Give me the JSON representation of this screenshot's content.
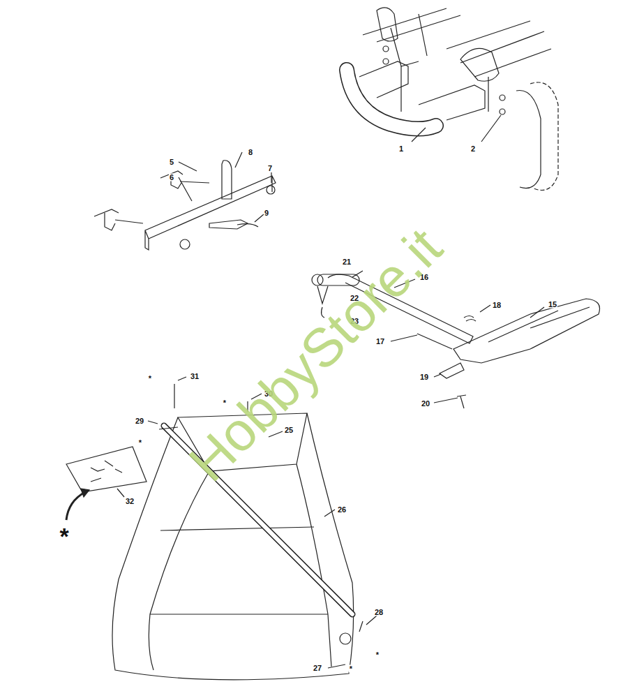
{
  "diagram": {
    "labels": [
      "1",
      "2",
      "5",
      "6",
      "8",
      "7",
      "9",
      "21",
      "16",
      "22",
      "23",
      "18",
      "15",
      "17",
      "19",
      "20",
      "*",
      "31",
      "*",
      "30",
      "29",
      "*",
      "25",
      "32",
      "*",
      "26",
      "28",
      "*",
      "27",
      "*",
      "HobbyStore.it"
    ]
  }
}
